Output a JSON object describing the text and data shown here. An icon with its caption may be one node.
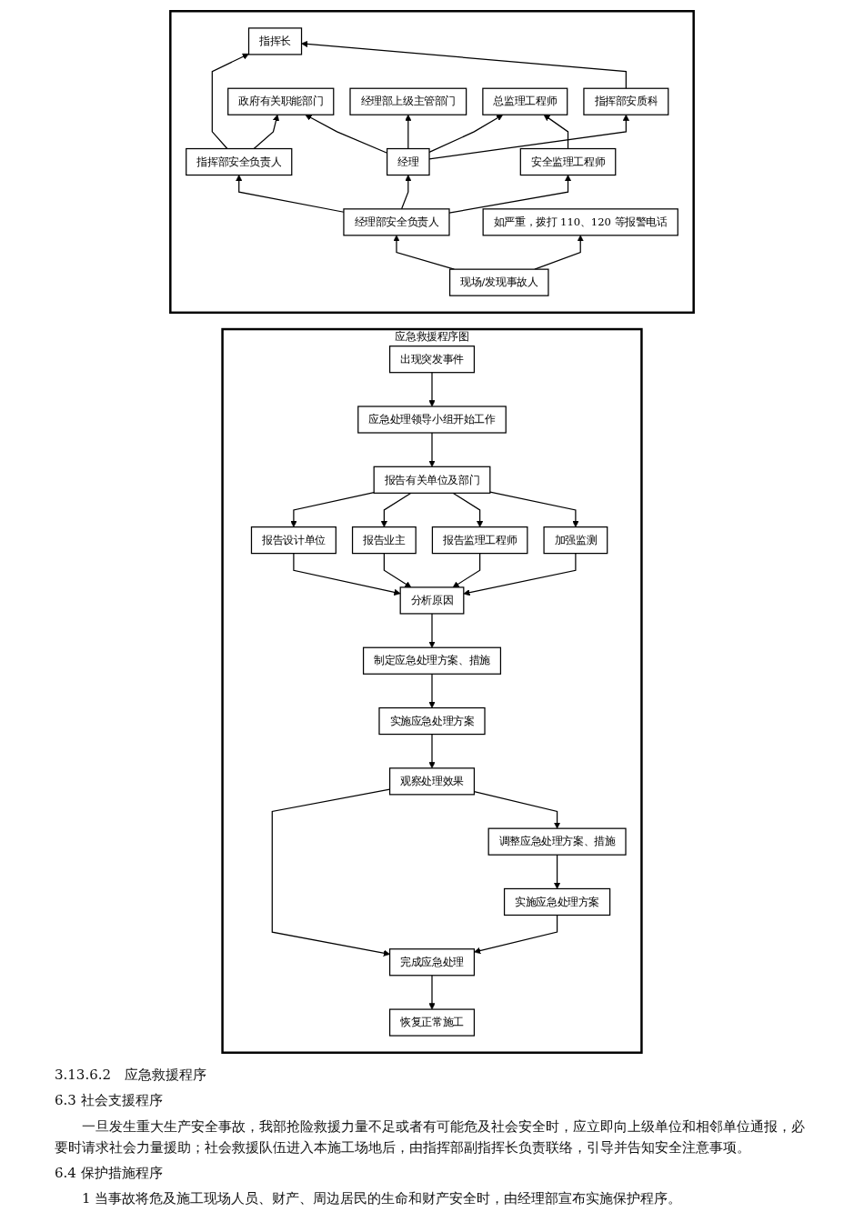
{
  "diagram": {
    "nodes": [
      {
        "text": [],
        "shape": "box"
      },
      {
        "text": [
          "指挥长"
        ],
        "in": 0
      },
      {
        "text": [
          "指挥部安全负责人"
        ],
        "in": 0
      },
      {
        "text": [
          "指挥部安质科"
        ],
        "in": 0
      },
      {
        "text": [
          "经理部上级主管部门"
        ],
        "in": 0
      },
      {
        "text": [
          "政府有关职能部门"
        ],
        "in": 0
      },
      {
        "text": [
          "经理"
        ],
        "in": 0
      },
      {
        "text": [
          "总监理工程师"
        ],
        "in": 0
      },
      {
        "text": [
          "经理部安全负责人"
        ],
        "in": 0
      },
      {
        "text": [
          "安全监理工程师"
        ],
        "in": 0
      },
      {
        "text": [
          "如严重，拨打 110、120 等报警电话"
        ],
        "in": 0
      },
      {
        "text": [
          "现场/发现事故人"
        ],
        "in": 0
      },
      {
        "text": [
          "应急救援程序图"
        ]
      },
      {
        "text": [
          "出现突发事件"
        ],
        "in": 12
      },
      {
        "text": [
          "应急处理领导小组开始工作"
        ],
        "in": 12
      },
      {
        "text": [
          "报告有关单位及部门"
        ],
        "in": 12
      },
      {
        "text": [
          "报告设计单位"
        ],
        "in": 12
      },
      {
        "text": [
          "报告业主"
        ],
        "in": 12
      },
      {
        "text": [
          "报告监理工程师"
        ],
        "in": 12
      },
      {
        "text": [
          "加强监测"
        ],
        "in": 12
      },
      {
        "text": [
          "分析原因"
        ],
        "in": 12
      },
      {
        "text": [
          "制定应急处理方案、措施"
        ],
        "in": 12
      },
      {
        "text": [
          "实施应急处理方案"
        ],
        "in": 12
      },
      {
        "text": [
          "观察处理效果"
        ],
        "in": 12
      },
      {
        "text": [
          "调整应急处理方案、措施"
        ],
        "in": 12
      },
      {
        "text": [
          "完成应急处理"
        ],
        "in": 12
      },
      {
        "text": [
          "实施应急处理方案"
        ],
        "in": 12
      },
      {
        "text": [
          "恢复正常施工"
        ],
        "in": 12
      }
    ],
    "edges": [
      {
        "from": 2,
        "to": 1,
        "arrow": "to"
      },
      {
        "from": 3,
        "to": 1,
        "arrow": "to"
      },
      {
        "from": 2,
        "to": 5,
        "arrow": "to"
      },
      {
        "from": 6,
        "to": 3,
        "arrow": "to"
      },
      {
        "from": 6,
        "to": 4,
        "arrow": "to"
      },
      {
        "from": 6,
        "to": 5,
        "arrow": "to"
      },
      {
        "from": 6,
        "to": 7,
        "arrow": "to"
      },
      {
        "from": 8,
        "to": 6,
        "arrow": "to"
      },
      {
        "from": 8,
        "to": 2,
        "arrow": "to"
      },
      {
        "from": 8,
        "to": 9,
        "arrow": "to"
      },
      {
        "from": 9,
        "to": 7,
        "arrow": "to"
      },
      {
        "from": 11,
        "to": 8,
        "arrow": "to"
      },
      {
        "from": 11,
        "to": 10,
        "arrow": "to"
      },
      {
        "from": 13,
        "to": 14,
        "arrow": "to"
      },
      {
        "from": 14,
        "to": 15,
        "arrow": "to"
      },
      {
        "from": 15,
        "to": 16,
        "arrow": "to"
      },
      {
        "from": 15,
        "to": 17,
        "arrow": "to"
      },
      {
        "from": 15,
        "to": 18,
        "arrow": "to"
      },
      {
        "from": 15,
        "to": 19,
        "arrow": "to"
      },
      {
        "from": 16,
        "to": 20,
        "arrow": "to"
      },
      {
        "from": 17,
        "to": 20,
        "arrow": "to"
      },
      {
        "from": 18,
        "to": 20,
        "arrow": "to"
      },
      {
        "from": 19,
        "to": 20,
        "arrow": "to"
      },
      {
        "from": 20,
        "to": 21,
        "arrow": "to"
      },
      {
        "from": 21,
        "to": 22,
        "arrow": "to"
      },
      {
        "from": 22,
        "to": 23,
        "arrow": "to"
      },
      {
        "from": 23,
        "to": 24,
        "arrow": "to"
      },
      {
        "from": 23,
        "to": 25,
        "arrow": "to"
      },
      {
        "from": 24,
        "to": 26,
        "arrow": "to"
      },
      {
        "from": 26,
        "to": 25,
        "arrow": "to"
      },
      {
        "from": 25,
        "to": 27,
        "arrow": "to"
      }
    ],
    "labels": [
      "3.13.6.2　应急救援程序",
      "6.3 社会支援程序",
      "一旦发生重大生产安全事故，我部抢险救援力量不足或者有可能危及社会安全时，应立即向上级单位和相邻单位通报，必要时请求社会力量援助；社会救援队伍进入本施工场地后，由指挥部副指挥长负责联络，引导并告知安全注意事项。",
      "6.4 保护措施程序",
      "1 当事故将危及施工现场人员、财产、周边居民的生命和财产安全时，由经理部宣布实施保护程序。"
    ]
  }
}
